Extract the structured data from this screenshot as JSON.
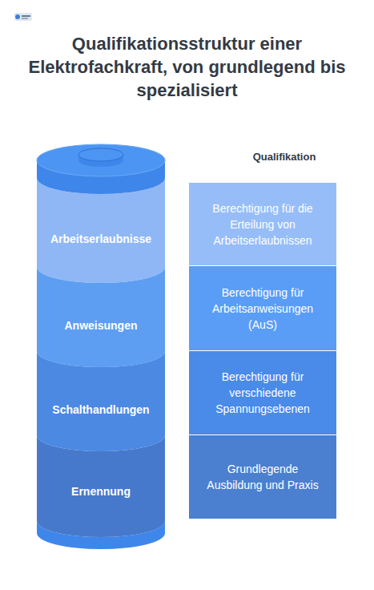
{
  "diagram": {
    "title": "Qualifikationsstruktur einer Elektrofachkraft, von grundlegend bis spezialisiert",
    "nodes": [
      {
        "text": [
          "Arbeitserlaubnisse"
        ]
      },
      {
        "text": [
          "Berechtigung für die Erteilung von Arbeitserlaubnissen"
        ]
      },
      {
        "text": [
          "Anweisungen"
        ]
      },
      {
        "text": [
          "Berechtigung für Arbeitsanweisungen (AuS)"
        ]
      },
      {
        "text": [
          "Schalthandlungen"
        ]
      },
      {
        "text": [
          "Berechtigung für verschiedene Spannungsebenen"
        ]
      },
      {
        "text": [
          "Ernennung"
        ]
      },
      {
        "text": [
          "Grundlegende Ausbildung und Praxis"
        ]
      }
    ],
    "labels": [
      "Qualifikation"
    ]
  }
}
